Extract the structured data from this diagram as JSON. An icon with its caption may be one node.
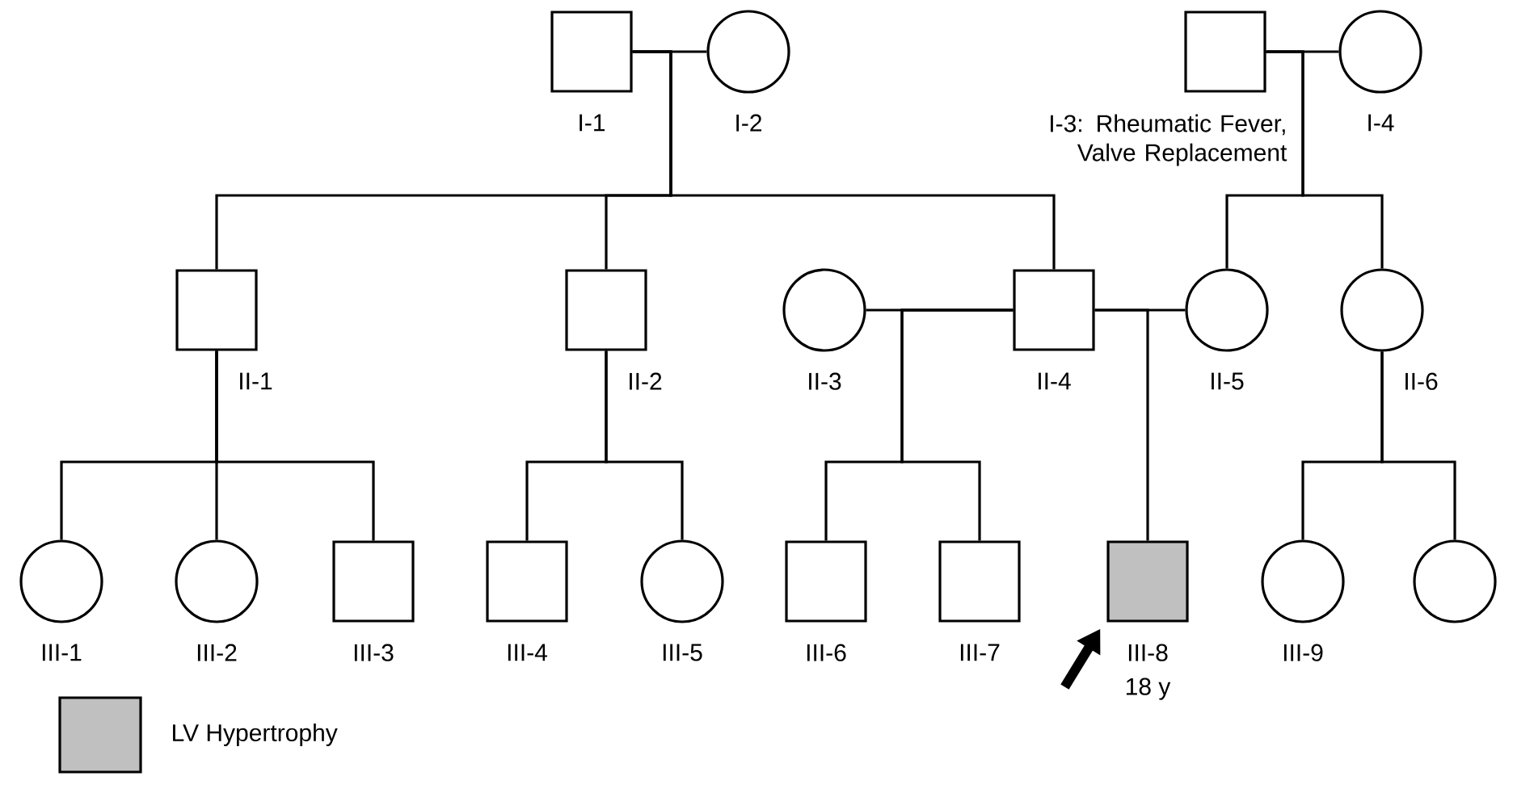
{
  "diagram": {
    "nodes": [
      {
        "text": [],
        "shape": "box",
        "beside": [
          "I-1"
        ]
      },
      {
        "text": [],
        "shape": "circle",
        "beside": [
          "I-2"
        ]
      },
      {
        "text": [],
        "shape": "box",
        "beside": [
          "I-3: Rheumatic Fever, Valve Replacement"
        ]
      },
      {
        "text": [],
        "shape": "circle",
        "beside": [
          "I-4"
        ]
      },
      {
        "text": [],
        "shape": "box",
        "beside": [
          "II-1"
        ]
      },
      {
        "text": [],
        "shape": "box",
        "beside": [
          "II-2"
        ]
      },
      {
        "text": [],
        "shape": "circle",
        "beside": [
          "II-3"
        ]
      },
      {
        "text": [],
        "shape": "box",
        "beside": [
          "II-4"
        ]
      },
      {
        "text": [],
        "shape": "circle",
        "beside": [
          "II-5"
        ]
      },
      {
        "text": [],
        "shape": "circle",
        "beside": [
          "II-6"
        ]
      },
      {
        "text": [],
        "shape": "circle",
        "beside": [
          "III-1"
        ]
      },
      {
        "text": [],
        "shape": "circle",
        "beside": [
          "III-2"
        ]
      },
      {
        "text": [],
        "shape": "box",
        "beside": [
          "III-3"
        ]
      },
      {
        "text": [],
        "shape": "box",
        "beside": [
          "III-4"
        ]
      },
      {
        "text": [],
        "shape": "circle",
        "beside": [
          "III-5"
        ]
      },
      {
        "text": [],
        "shape": "box",
        "beside": [
          "III-6"
        ]
      },
      {
        "text": [],
        "shape": "box",
        "beside": [
          "III-7"
        ]
      },
      {
        "text": [],
        "shape": "shaded-box",
        "beside": [
          "III-8",
          "18 y"
        ]
      },
      {
        "text": [],
        "shape": "circle",
        "beside": [
          "III-9"
        ]
      },
      {
        "text": [],
        "shape": "circle"
      }
    ],
    "edges": [
      {
        "from": 0,
        "to": 1,
        "arrow": "none"
      },
      {
        "from": 2,
        "to": 3,
        "arrow": "none"
      },
      {
        "from": 6,
        "to": 7,
        "arrow": "none"
      },
      {
        "from": 7,
        "to": 8,
        "arrow": "none"
      },
      {
        "from": 0,
        "to": 4,
        "arrow": "none"
      },
      {
        "from": 0,
        "to": 5,
        "arrow": "none"
      },
      {
        "from": 0,
        "to": 7,
        "arrow": "none"
      },
      {
        "from": 2,
        "to": 8,
        "arrow": "none"
      },
      {
        "from": 2,
        "to": 9,
        "arrow": "none"
      },
      {
        "from": 4,
        "to": 10,
        "arrow": "none"
      },
      {
        "from": 4,
        "to": 11,
        "arrow": "none"
      },
      {
        "from": 4,
        "to": 12,
        "arrow": "none"
      },
      {
        "from": 5,
        "to": 13,
        "arrow": "none"
      },
      {
        "from": 5,
        "to": 14,
        "arrow": "none"
      },
      {
        "from": 7,
        "to": 15,
        "arrow": "none"
      },
      {
        "from": 7,
        "to": 16,
        "arrow": "none"
      },
      {
        "from": 7,
        "to": 17,
        "arrow": "none"
      },
      {
        "from": 9,
        "to": 18,
        "arrow": "none"
      },
      {
        "from": 9,
        "to": 19,
        "arrow": "none"
      },
      {
        "from": null,
        "to": 17,
        "arrow": "to",
        "style": "thick"
      }
    ],
    "legend": [
      {
        "text": "LV Hypertrophy",
        "color": "#c0c0c0"
      }
    ]
  }
}
